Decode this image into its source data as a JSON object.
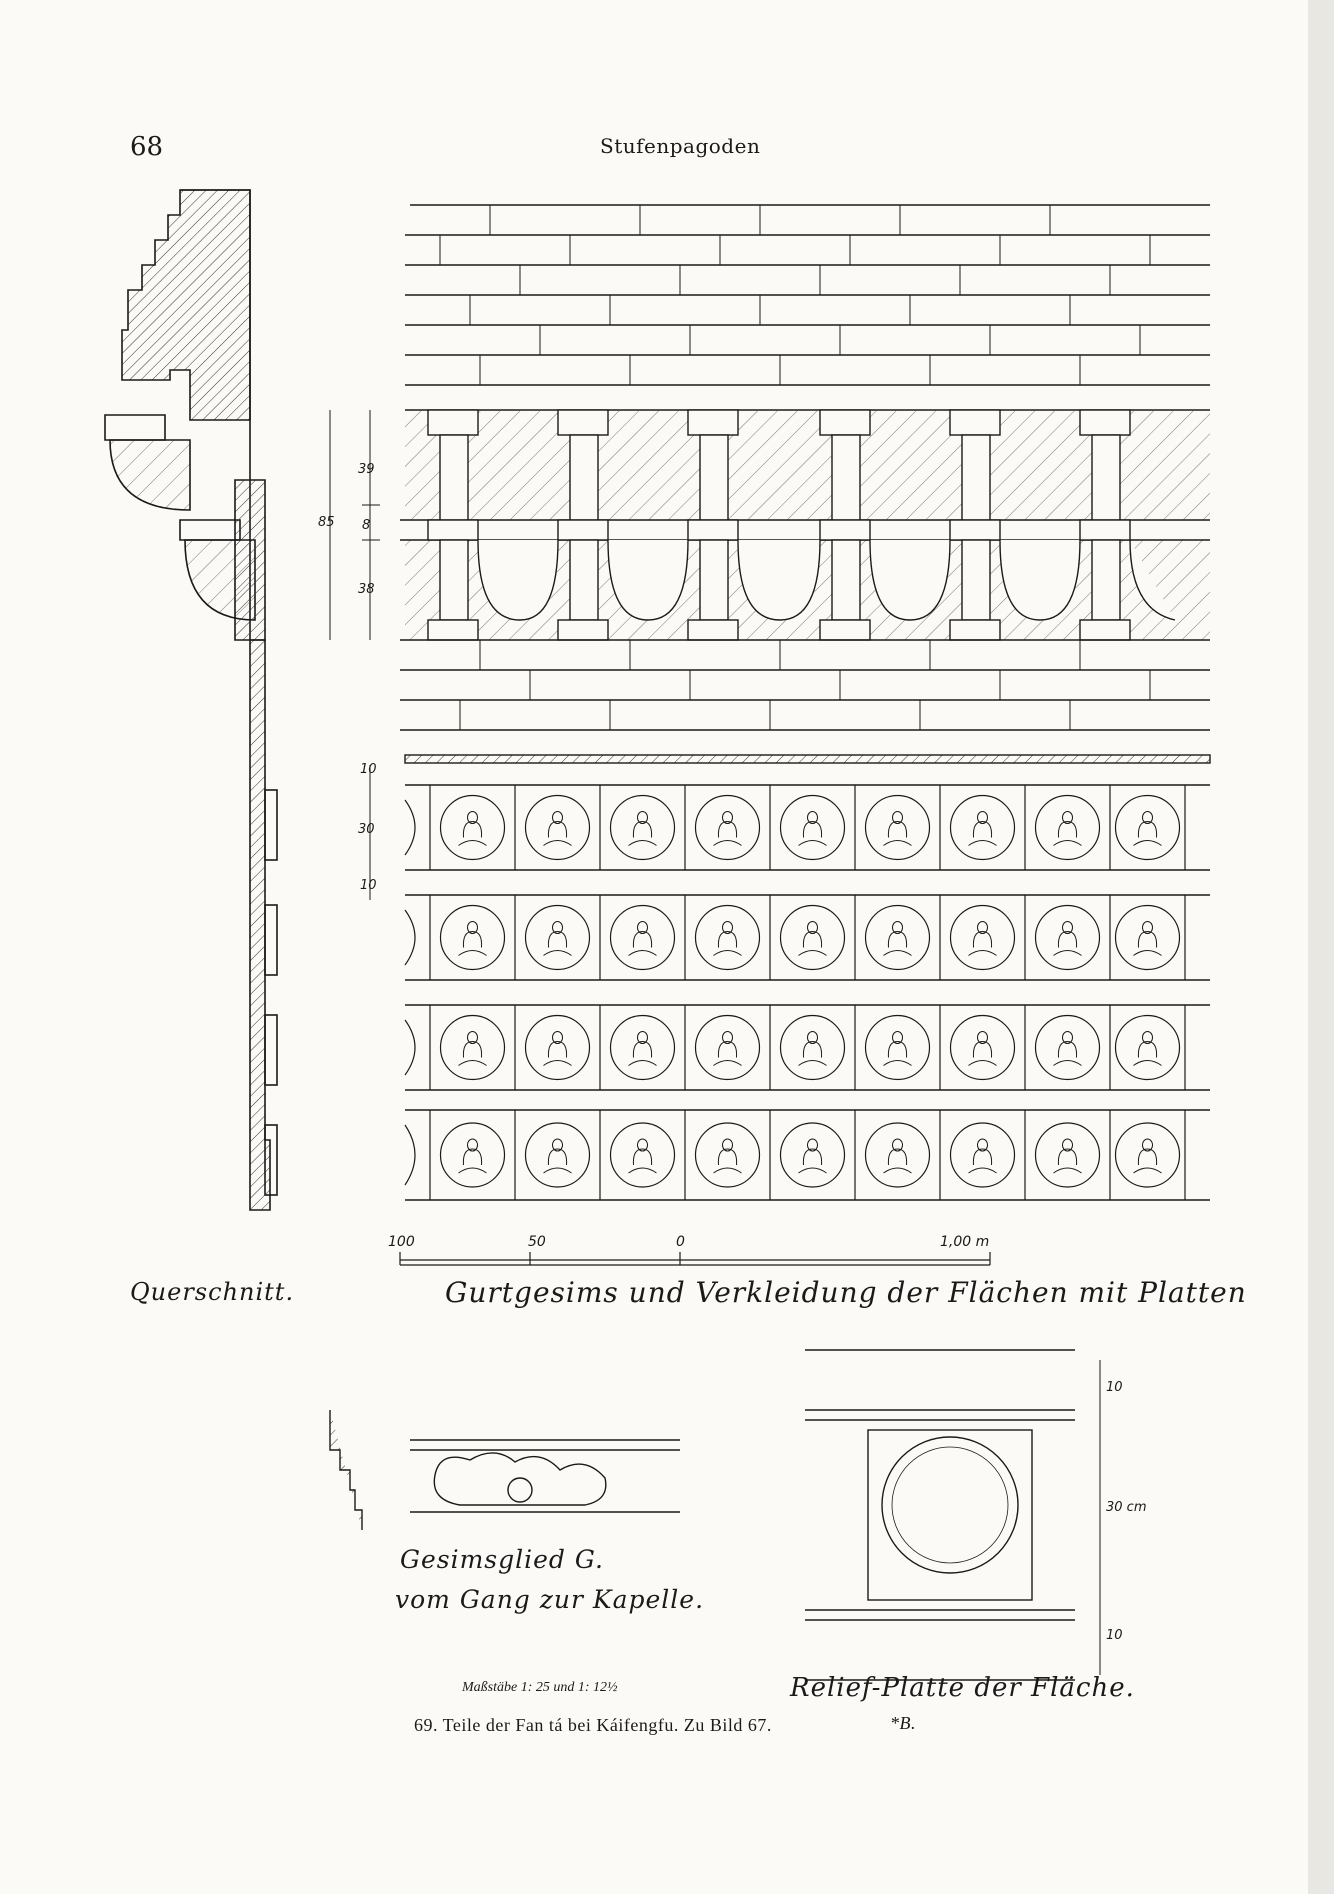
{
  "page": {
    "number": "68",
    "running_head": "Stufenpagoden"
  },
  "drawings": {
    "cross_section_label": "Querschnitt.",
    "main_title": "Gurtgesims und Verkleidung der Flächen mit Platten",
    "cornice_label_line1": "Gesimsglied G.",
    "cornice_label_line2": "vom Gang zur Kapelle.",
    "relief_label": "Relief-Platte der Fläche.",
    "scales_note": "Maßstäbe 1: 25 und 1: 12½"
  },
  "dimensions": {
    "d39": "39",
    "d85": "85",
    "d8": "8",
    "d38": "38",
    "d10a": "10",
    "d30": "30",
    "d10b": "10",
    "relief_10a": "10",
    "relief_30": "30 cm",
    "relief_10b": "10"
  },
  "scale_bar": {
    "t100": "100",
    "t50": "50",
    "t0": "0",
    "t1m": "1,00 m"
  },
  "figure_caption": {
    "text": "69. Teile der Fan tá bei Káifengfu.  Zu Bild 67.",
    "signature": "*B."
  }
}
